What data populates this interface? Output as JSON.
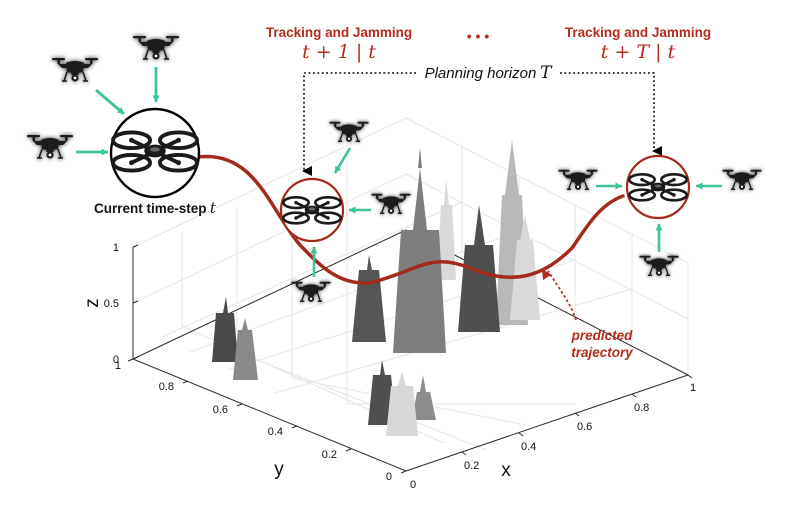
{
  "colors": {
    "trajectory": "#a32a1c",
    "accent_red": "#b52b1f",
    "arrow_green": "#3cc49a",
    "drone_glow": "#9ff0d4",
    "drone_body": "#1b1b1b",
    "building_dark": "#4a4a4a",
    "building_mid": "#7c7c7c",
    "building_light": "#d4d4d4",
    "grid": "#e6e6e6"
  },
  "header": {
    "left_title": "Tracking and Jamming",
    "left_formula": "t + 1 | t",
    "ellipsis": "• • •",
    "right_title": "Tracking and Jamming",
    "right_formula": "t + T | t",
    "horizon_text": "Planning horizon",
    "horizon_var": "T"
  },
  "labels": {
    "current_text": "Current time-step",
    "current_var": "t",
    "predicted_line1": "predicted",
    "predicted_line2": "trajectory"
  },
  "axes": {
    "z_label": "z",
    "y_label": "y",
    "x_label": "x",
    "z_ticks": [
      "1",
      "0.5",
      "0"
    ],
    "y_ticks": [
      "1",
      "0.8",
      "0.6",
      "0.4",
      "0.2",
      "0"
    ],
    "x_ticks": [
      "0",
      "0.2",
      "0.4",
      "0.6",
      "0.8",
      "1"
    ]
  },
  "icons": {
    "drone": "quadcopter-drone-icon",
    "jammer": "jammer-drone-icon",
    "building": "skyscraper-icon"
  }
}
